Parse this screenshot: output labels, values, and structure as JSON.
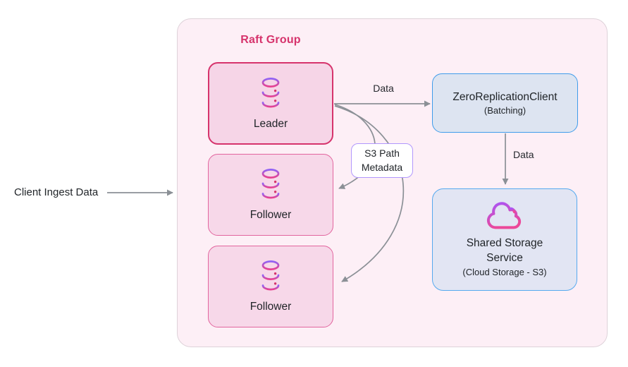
{
  "group": {
    "title": "Raft Group"
  },
  "nodes": {
    "leader": {
      "label": "Leader",
      "icon": "database-icon"
    },
    "follower1": {
      "label": "Follower",
      "icon": "database-icon"
    },
    "follower2": {
      "label": "Follower",
      "icon": "database-icon"
    },
    "zrc": {
      "title": "ZeroReplicationClient",
      "subtitle": "(Batching)"
    },
    "storage": {
      "title": "Shared Storage Service",
      "subtitle": "(Cloud Storage - S3)",
      "icon": "cloud-icon"
    }
  },
  "edges": {
    "client_ingest": {
      "label": "Client Ingest Data"
    },
    "leader_to_zrc": {
      "label": "Data"
    },
    "zrc_to_storage": {
      "label": "Data"
    },
    "metadata": {
      "label": "S3 Path Metadata"
    }
  },
  "colors": {
    "accent_pink": "#d6336c",
    "follower_border": "#e2659e",
    "node_pink_fill": "#f7d8e9",
    "group_fill": "#fdeff6",
    "blue_border": "#3f9ceb",
    "blue_fill": "#dde4f1",
    "violet_border": "#b197fc",
    "arrow_gray": "#8b9096",
    "icon_gradient_top": "#9062f5",
    "icon_gradient_bottom": "#e8428f"
  }
}
